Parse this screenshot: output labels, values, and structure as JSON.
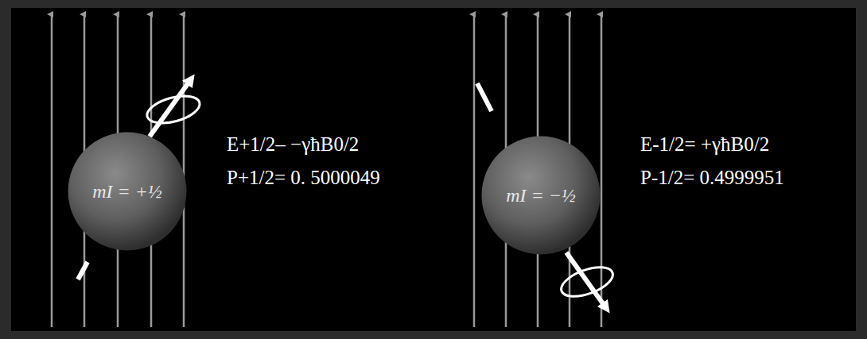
{
  "diagram": {
    "nodes": [
      {
        "text": [
          "mI = +½"
        ]
      },
      {
        "text": [
          "mI = −½"
        ]
      }
    ],
    "labels": [
      "E+1/2– −γħB0/2",
      "P+1/2= 0. 5000049",
      "E-1/2= +γħB0/2",
      "P-1/2= 0.4999951"
    ]
  }
}
